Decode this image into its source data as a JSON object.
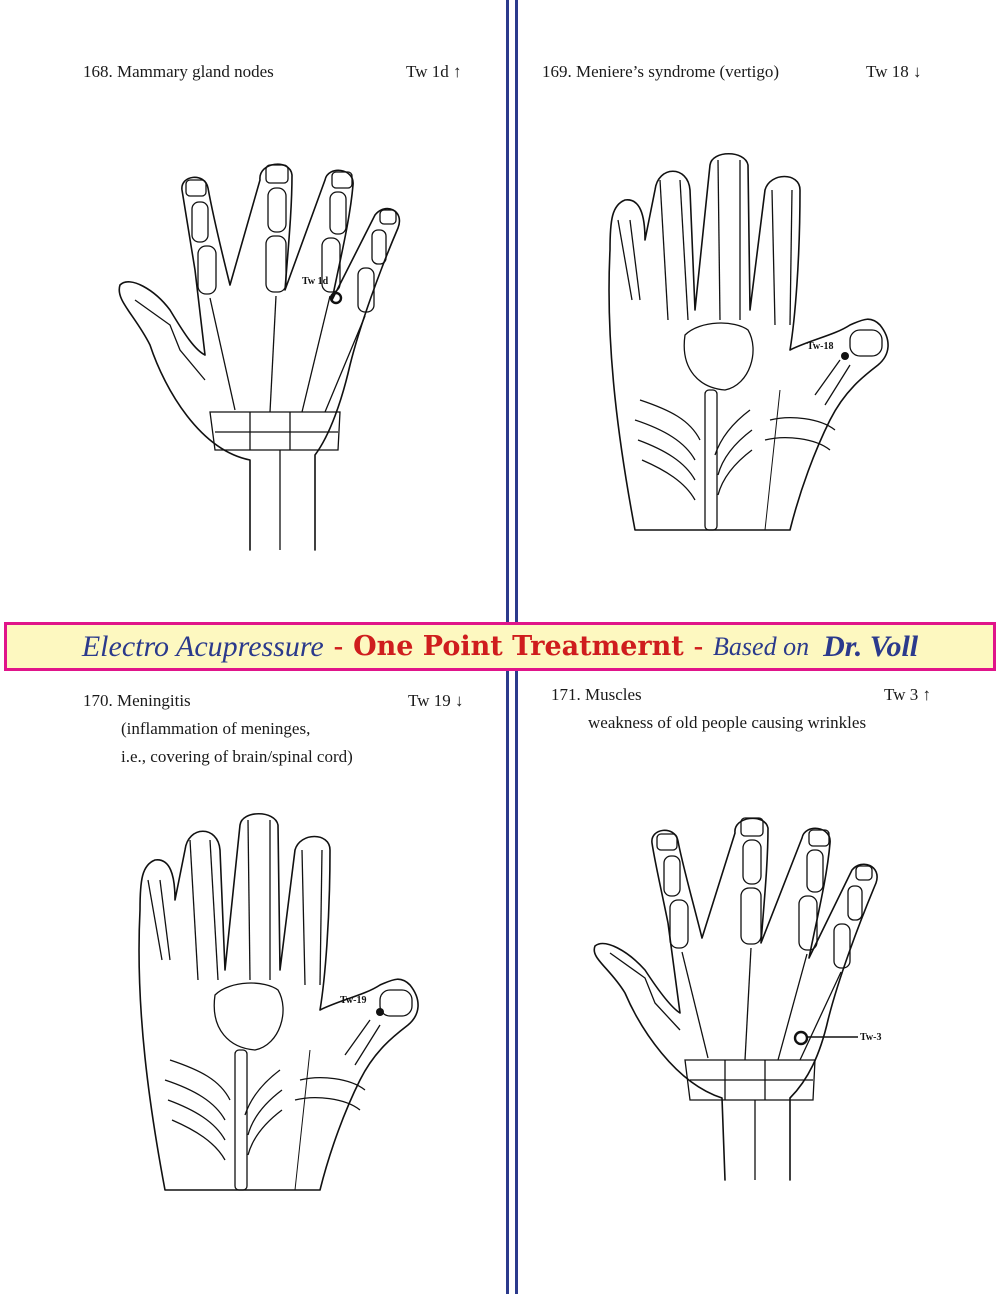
{
  "banner": {
    "part1": "Electro Acupressure",
    "sep1": "-",
    "part2": "One Point Treatmernt",
    "sep2": "-",
    "part3": "Based on",
    "part4": "Dr. Voll"
  },
  "colors": {
    "divider": "#2b3a8c",
    "banner_border": "#e0158a",
    "banner_fill": "#fdf8c0",
    "banner_red": "#cf1d1d",
    "banner_blue": "#2b3a8c"
  },
  "entries": [
    {
      "heading": "168. Mammary gland nodes",
      "code": "Tw 1d ↑",
      "lines": [],
      "point_label": "Tw 1d",
      "point_marker": "open-circle",
      "figure": "hand-bone-diagram"
    },
    {
      "heading": "169. Meniere’s syndrome (vertigo)",
      "code": "Tw 18 ↓",
      "lines": [],
      "point_label": "Tw-18",
      "point_marker": "filled-dot",
      "figure": "hand-body-correspondence-diagram"
    },
    {
      "heading": "170. Meningitis",
      "code": "Tw 19 ↓",
      "lines": [
        "(inflammation of meninges,",
        "i.e., covering of brain/spinal cord)"
      ],
      "point_label": "Tw-19",
      "point_marker": "filled-dot",
      "figure": "hand-body-correspondence-diagram"
    },
    {
      "heading": "171. Muscles",
      "code": "Tw 3 ↑",
      "lines": [
        "weakness of old people causing wrinkles"
      ],
      "point_label": "Tw-3",
      "point_marker": "open-circle",
      "figure": "hand-bone-diagram"
    }
  ]
}
